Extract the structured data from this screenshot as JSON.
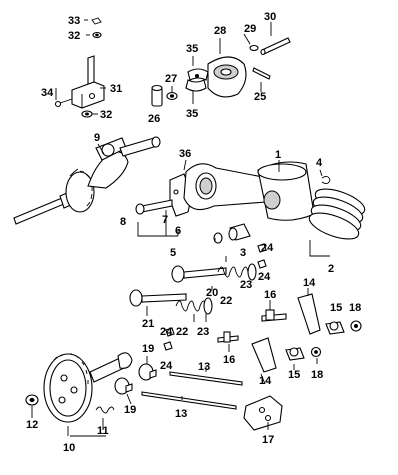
{
  "diagram": {
    "callouts": [
      "33",
      "32",
      "34",
      "31",
      "32",
      "27",
      "26",
      "35",
      "35",
      "28",
      "29",
      "30",
      "25",
      "9",
      "36",
      "1",
      "4",
      "8",
      "7",
      "6",
      "5",
      "3",
      "24",
      "24",
      "2",
      "20",
      "23",
      "22",
      "16",
      "14",
      "15",
      "18",
      "21",
      "22",
      "23",
      "24",
      "24",
      "16",
      "19",
      "13",
      "14",
      "15",
      "18",
      "12",
      "19",
      "13",
      "17",
      "11",
      "10"
    ]
  }
}
